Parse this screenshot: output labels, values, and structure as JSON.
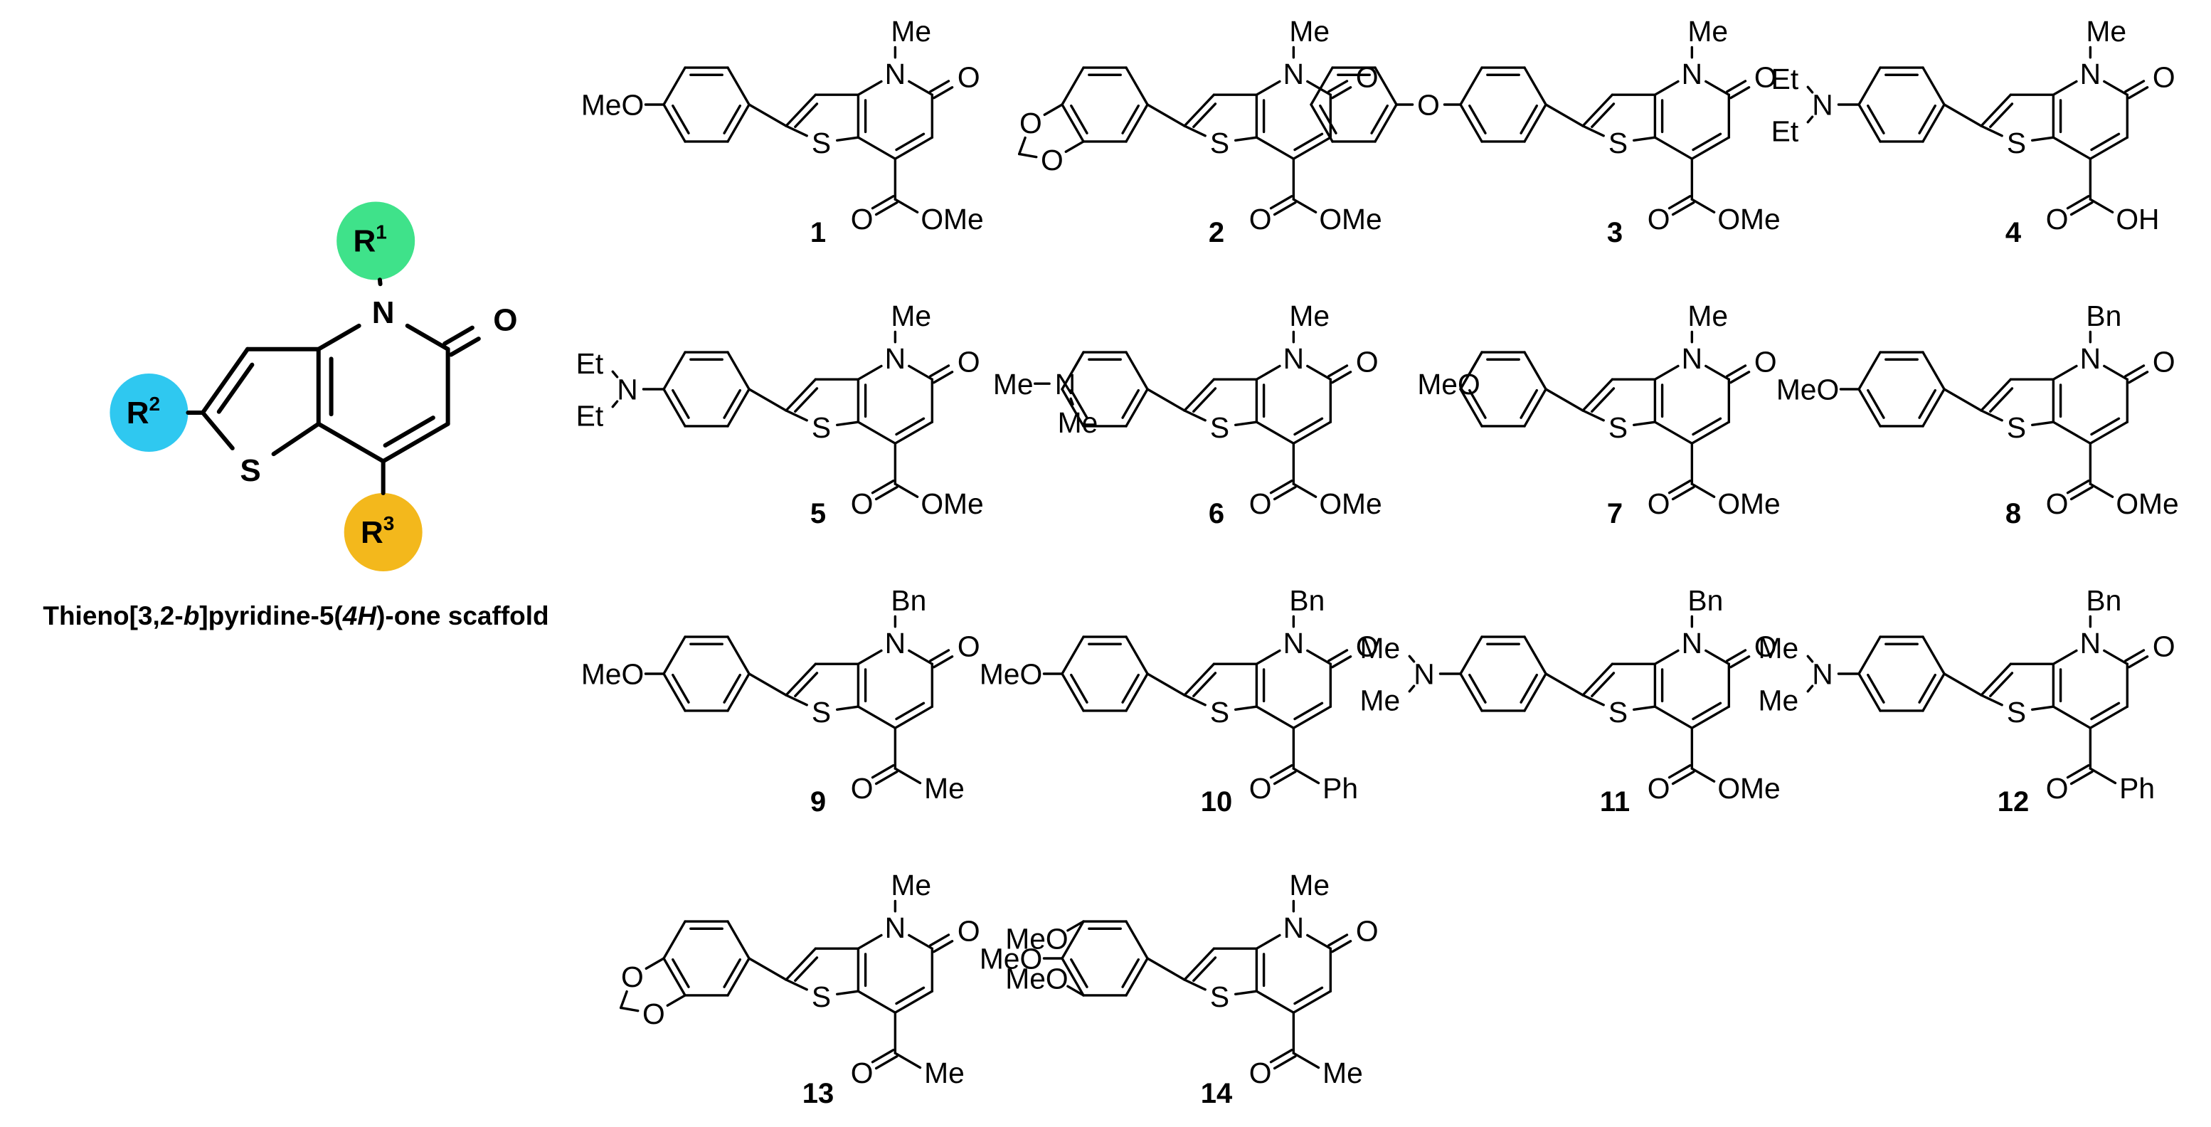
{
  "colors": {
    "r1_circle": "#3fe28a",
    "r2_circle": "#2fc8f0",
    "r3_circle": "#f3b81c"
  },
  "scaffold": {
    "atoms": {
      "N": "N",
      "S": "S",
      "O": "O"
    },
    "r1": {
      "letter": "R",
      "sup": "1"
    },
    "r2": {
      "letter": "R",
      "sup": "2"
    },
    "r3": {
      "letter": "R",
      "sup": "3"
    },
    "caption": {
      "p1": "Thieno[3,2-",
      "italic1": "b",
      "p2": "]pyridine-5(",
      "italic2": "4H",
      "p3": ")-one scaffold"
    }
  },
  "compounds": [
    {
      "number": "1",
      "n_sub": "Me",
      "r3": "ester_ome",
      "aryl": "p_methoxyphenyl"
    },
    {
      "number": "2",
      "n_sub": "Me",
      "r3": "ester_ome",
      "aryl": "benzodioxolyl"
    },
    {
      "number": "3",
      "n_sub": "Me",
      "r3": "ester_ome",
      "aryl": "p_phenoxyphenyl"
    },
    {
      "number": "4",
      "n_sub": "Me",
      "r3": "acid_oh",
      "aryl": "p_diethylaminophenyl"
    },
    {
      "number": "5",
      "n_sub": "Me",
      "r3": "ester_ome",
      "aryl": "p_diethylaminophenyl"
    },
    {
      "number": "6",
      "n_sub": "Me",
      "r3": "ester_ome",
      "aryl": "m_dimethylaminophenyl"
    },
    {
      "number": "7",
      "n_sub": "Me",
      "r3": "ester_ome",
      "aryl": "m_methoxyphenyl"
    },
    {
      "number": "8",
      "n_sub": "Bn",
      "r3": "ester_ome",
      "aryl": "p_methoxyphenyl"
    },
    {
      "number": "9",
      "n_sub": "Bn",
      "r3": "acetyl_me",
      "aryl": "p_methoxyphenyl"
    },
    {
      "number": "10",
      "n_sub": "Bn",
      "r3": "benzoyl_ph",
      "aryl": "p_methoxyphenyl"
    },
    {
      "number": "11",
      "n_sub": "Bn",
      "r3": "ester_ome",
      "aryl": "p_dimethylaminophenyl"
    },
    {
      "number": "12",
      "n_sub": "Bn",
      "r3": "benzoyl_ph",
      "aryl": "p_dimethylaminophenyl"
    },
    {
      "number": "13",
      "n_sub": "Me",
      "r3": "acetyl_me",
      "aryl": "benzodioxolyl"
    },
    {
      "number": "14",
      "n_sub": "Me",
      "r3": "acetyl_me",
      "aryl": "trimethoxyphenyl"
    }
  ],
  "labels": {
    "O": "O",
    "S": "S",
    "N": "N",
    "OMe": "OMe",
    "OH": "OH",
    "Me": "Me",
    "Ph": "Ph",
    "MeO": "MeO",
    "Et": "Et"
  }
}
